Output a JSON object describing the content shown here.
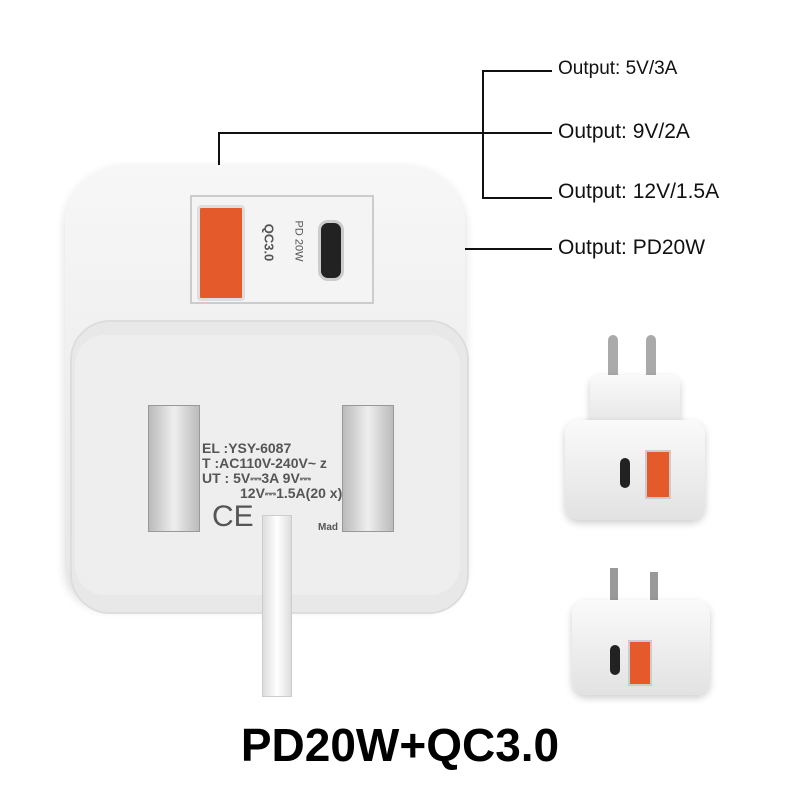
{
  "callouts": [
    {
      "label": "Output: 5V/3A"
    },
    {
      "label": "Output: 9V/2A"
    },
    {
      "label": "Output: 12V/1.5A"
    },
    {
      "label": "Output: PD20W"
    }
  ],
  "charger": {
    "port_a_label": "QC3.0",
    "port_c_label": "PD 20W",
    "print_lines": [
      "EL :YSY-6087",
      "T :AC110V-240V~ z",
      "UT : 5V⎓3A 9V⎓",
      "12V⎓1.5A(20 x)"
    ],
    "ce_mark": "CE",
    "made_in": "Mad"
  },
  "title": "PD20W+QC3.0"
}
